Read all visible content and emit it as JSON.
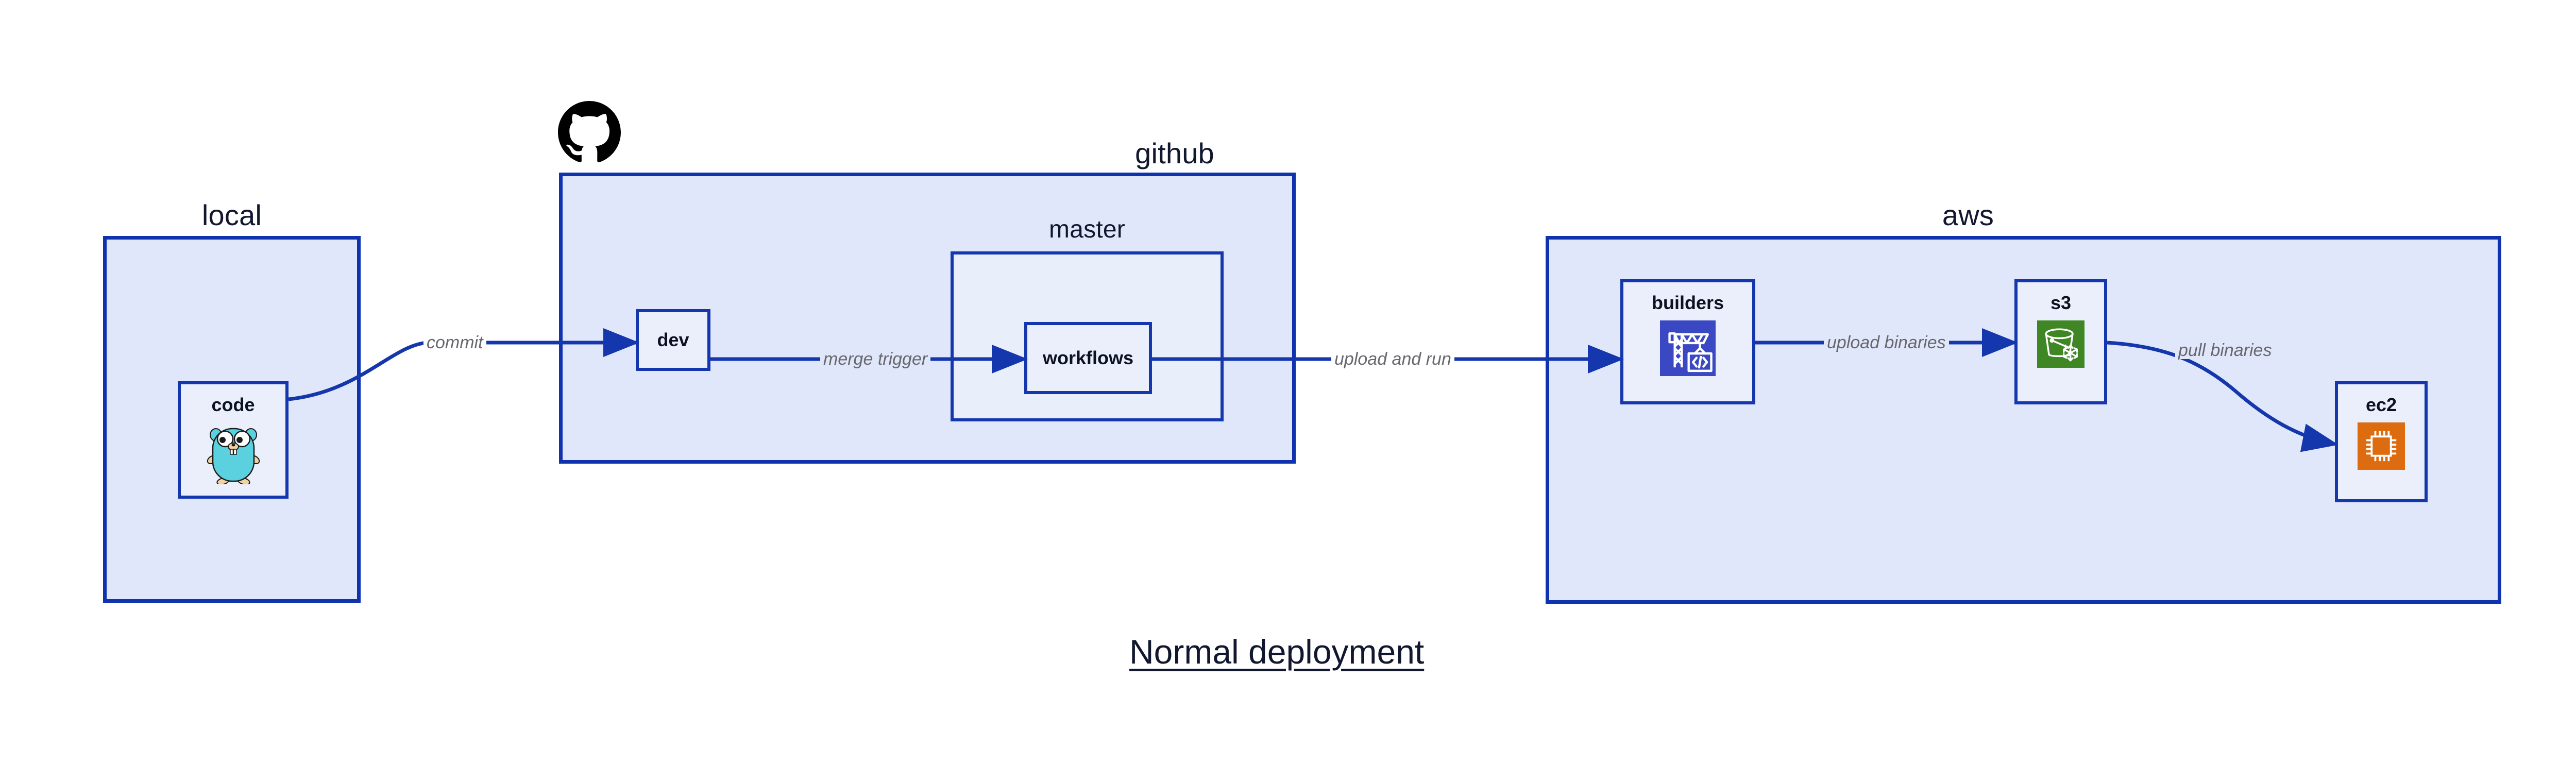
{
  "diagram": {
    "caption": "Normal deployment",
    "accent_border": "#1437ad",
    "zone_fill": "#e1e7fa",
    "node_fill": "#eaeffb",
    "label_color": "#67686e"
  },
  "zones": [
    {
      "id": "local",
      "label": "local"
    },
    {
      "id": "github",
      "label": "github"
    },
    {
      "id": "aws",
      "label": "aws"
    }
  ],
  "subzones": [
    {
      "id": "master",
      "label": "master"
    }
  ],
  "nodes": [
    {
      "id": "code",
      "label": "code",
      "icon": "go-gopher-icon",
      "icon_color": "#5bd0de"
    },
    {
      "id": "dev",
      "label": "dev",
      "icon": "none",
      "icon_color": ""
    },
    {
      "id": "workflows",
      "label": "workflows",
      "icon": "none",
      "icon_color": ""
    },
    {
      "id": "builders",
      "label": "builders",
      "icon": "aws-codebuild-icon",
      "icon_color": "#3a48c4"
    },
    {
      "id": "s3",
      "label": "s3",
      "icon": "aws-s3-glacier-icon",
      "icon_color": "#3f8624"
    },
    {
      "id": "ec2",
      "label": "ec2",
      "icon": "aws-ec2-icon",
      "icon_color": "#dd6b10"
    }
  ],
  "edges": [
    {
      "id": "code-to-dev",
      "label": "commit",
      "from": "code",
      "to": "dev"
    },
    {
      "id": "dev-to-workflows",
      "label": "merge trigger",
      "from": "dev",
      "to": "workflows"
    },
    {
      "id": "workflows-to-builders",
      "label": "upload and run",
      "from": "workflows",
      "to": "builders"
    },
    {
      "id": "builders-to-s3",
      "label": "upload binaries",
      "from": "builders",
      "to": "s3"
    },
    {
      "id": "s3-to-ec2",
      "label": "pull binaries",
      "from": "s3",
      "to": "ec2"
    }
  ],
  "logos": [
    {
      "id": "github-octocat",
      "name": "github-octocat-icon",
      "color": "#000000"
    }
  ]
}
